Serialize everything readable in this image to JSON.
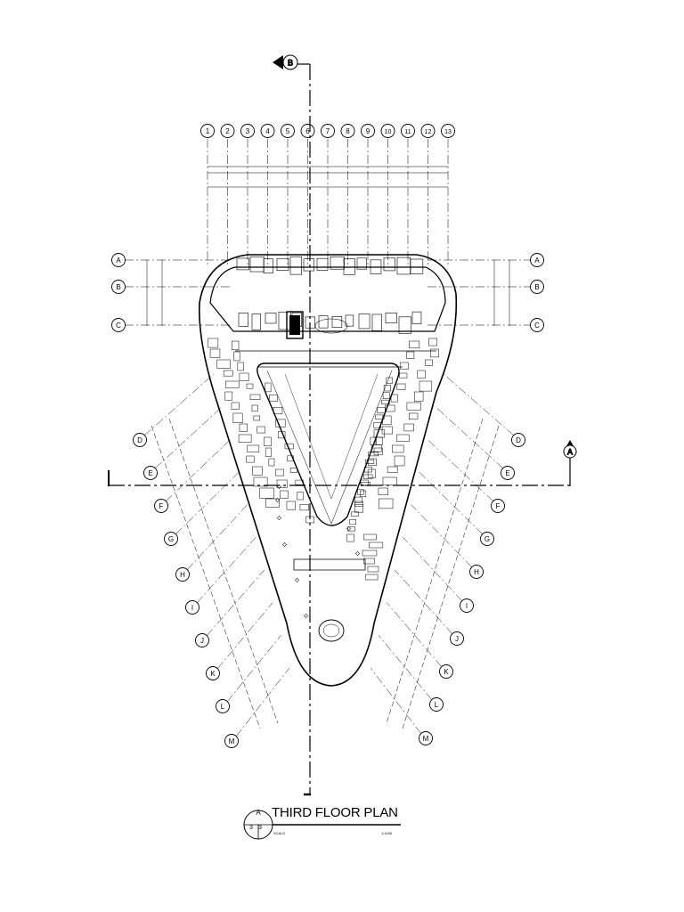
{
  "plan": {
    "column_grid": [
      "1",
      "2",
      "3",
      "4",
      "5",
      "6",
      "7",
      "8",
      "9",
      "10",
      "11",
      "12",
      "13"
    ],
    "row_grid_left": [
      "A",
      "B",
      "C",
      "D",
      "E",
      "F",
      "G",
      "H",
      "I",
      "J",
      "K",
      "L",
      "M"
    ],
    "row_grid_right": [
      "A",
      "B",
      "C",
      "D",
      "E",
      "F",
      "G",
      "H",
      "I",
      "J",
      "K",
      "L",
      "M"
    ],
    "section_marker_top": "B",
    "section_marker_right": "A"
  },
  "title_block": {
    "title": "THIRD FLOOR PLAN",
    "view_letter": "A",
    "sheet_left": "3",
    "sheet_right": "3",
    "scale_label": "SCALE",
    "scale_value": "1:1000"
  }
}
